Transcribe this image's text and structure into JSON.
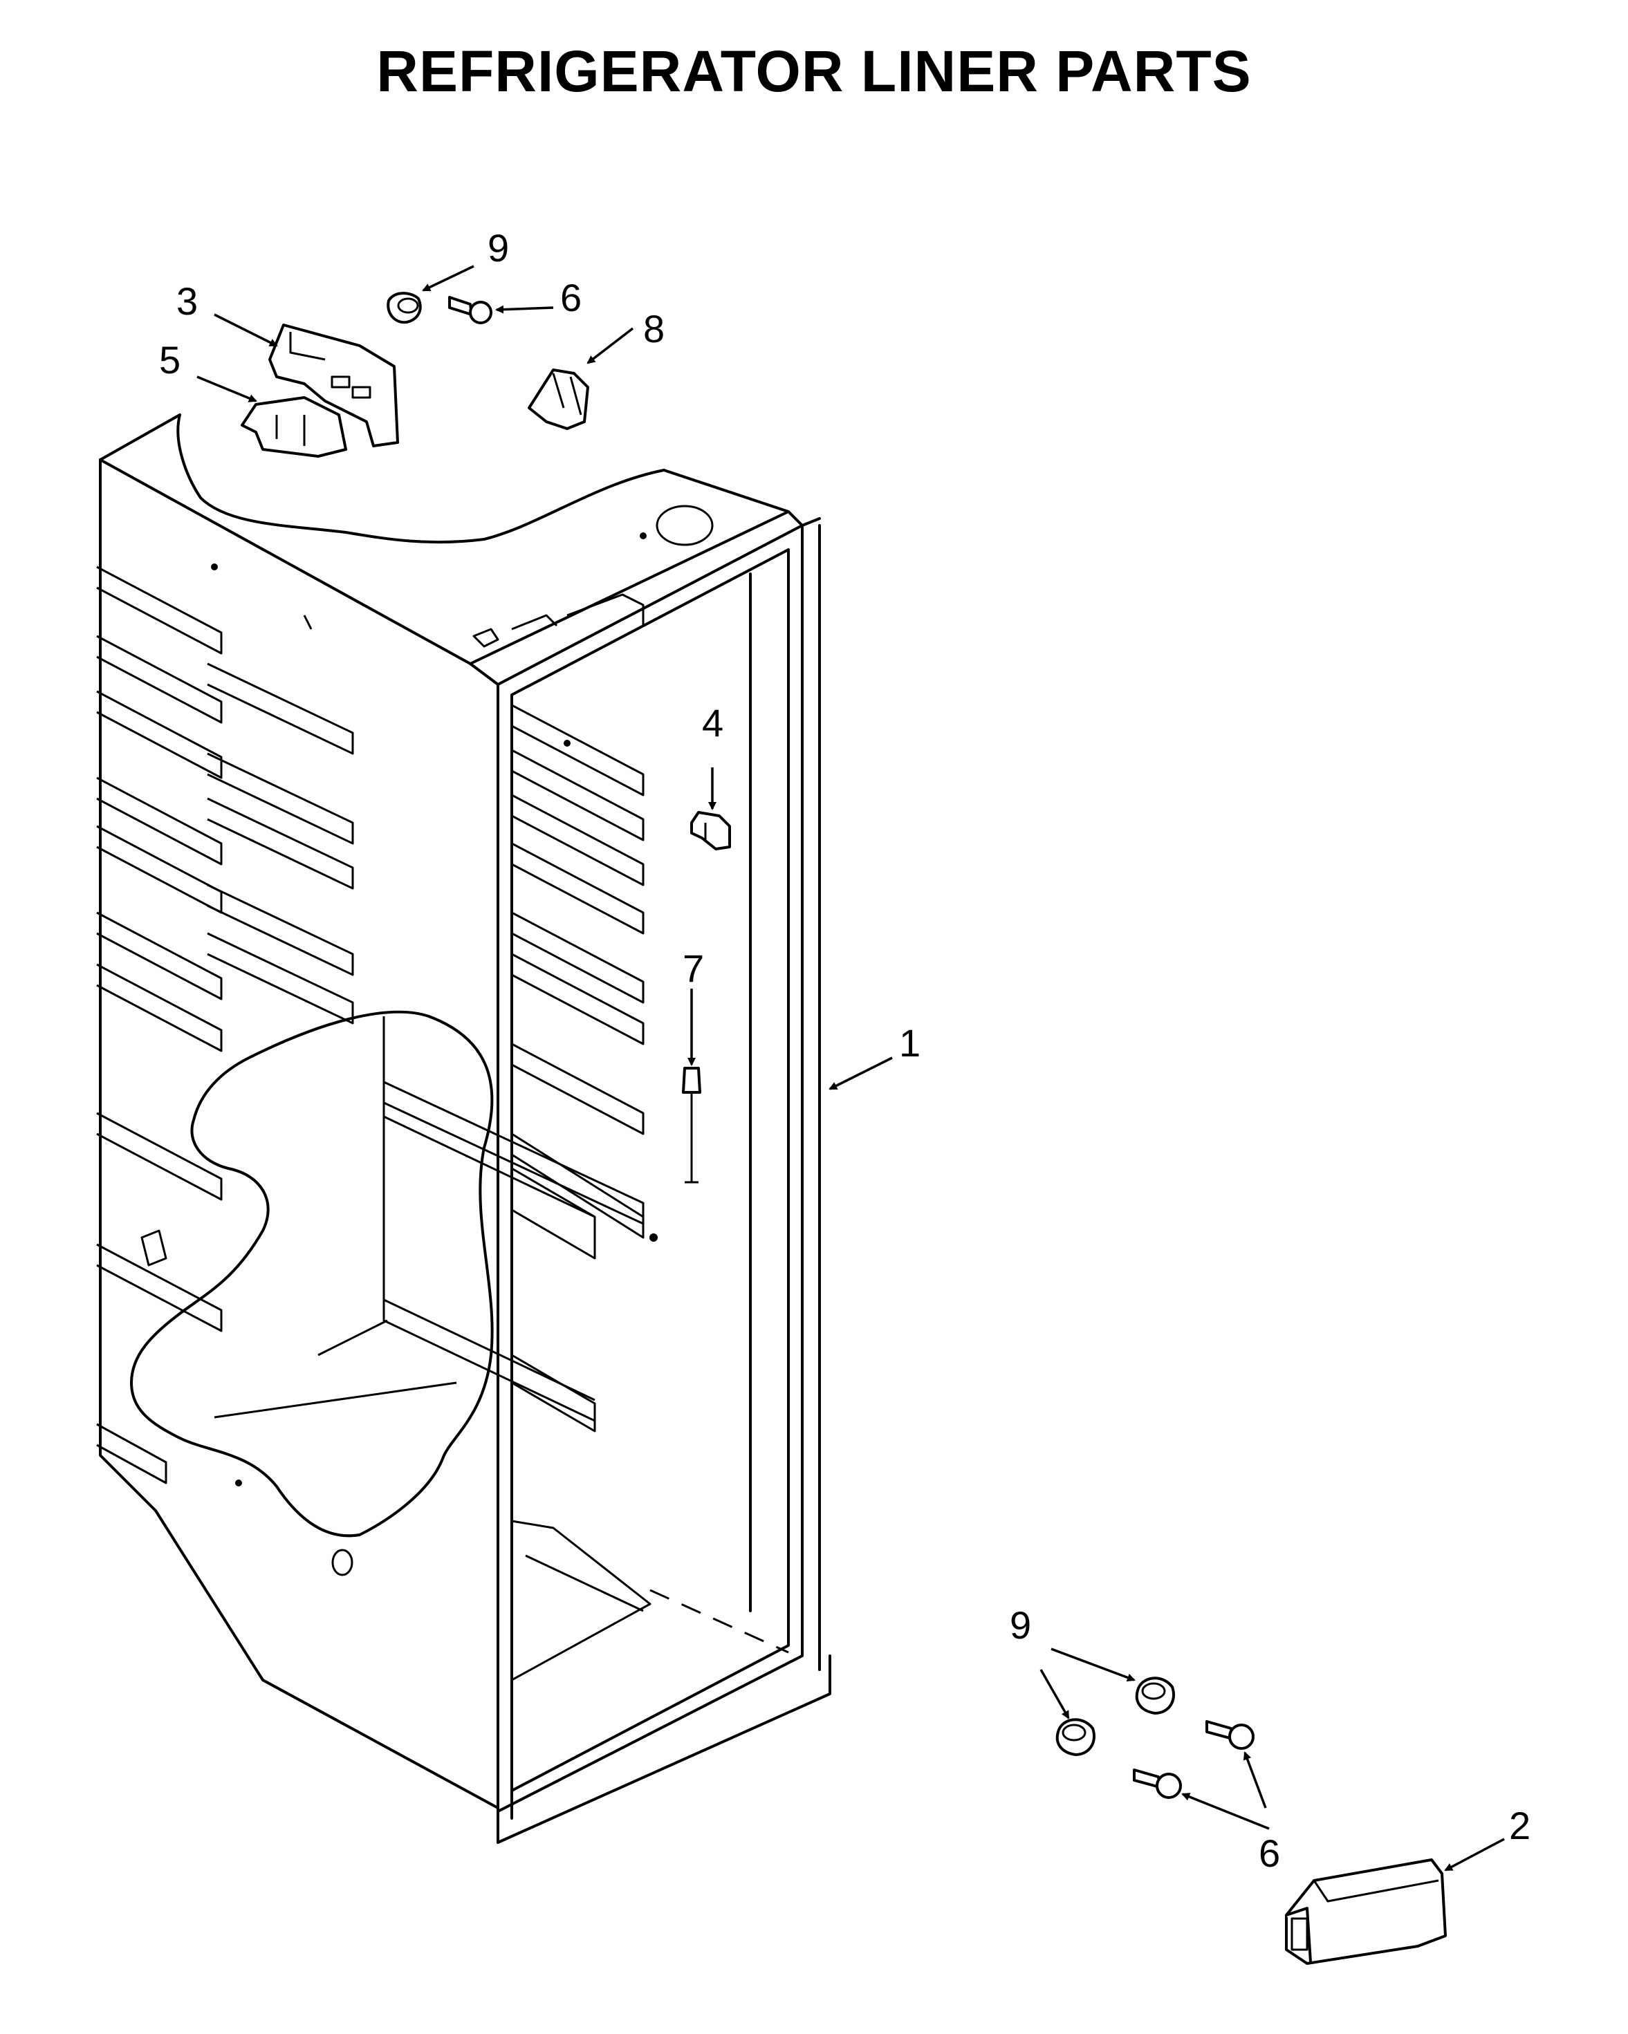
{
  "title": "REFRIGERATOR LINER PARTS",
  "callouts": [
    {
      "id": "c1",
      "label": "1"
    },
    {
      "id": "c2",
      "label": "2"
    },
    {
      "id": "c3",
      "label": "3"
    },
    {
      "id": "c4",
      "label": "4"
    },
    {
      "id": "c5",
      "label": "5"
    },
    {
      "id": "c6a",
      "label": "6"
    },
    {
      "id": "c6b",
      "label": "6"
    },
    {
      "id": "c7",
      "label": "7"
    },
    {
      "id": "c8",
      "label": "8"
    },
    {
      "id": "c9a",
      "label": "9"
    },
    {
      "id": "c9b",
      "label": "9"
    }
  ]
}
